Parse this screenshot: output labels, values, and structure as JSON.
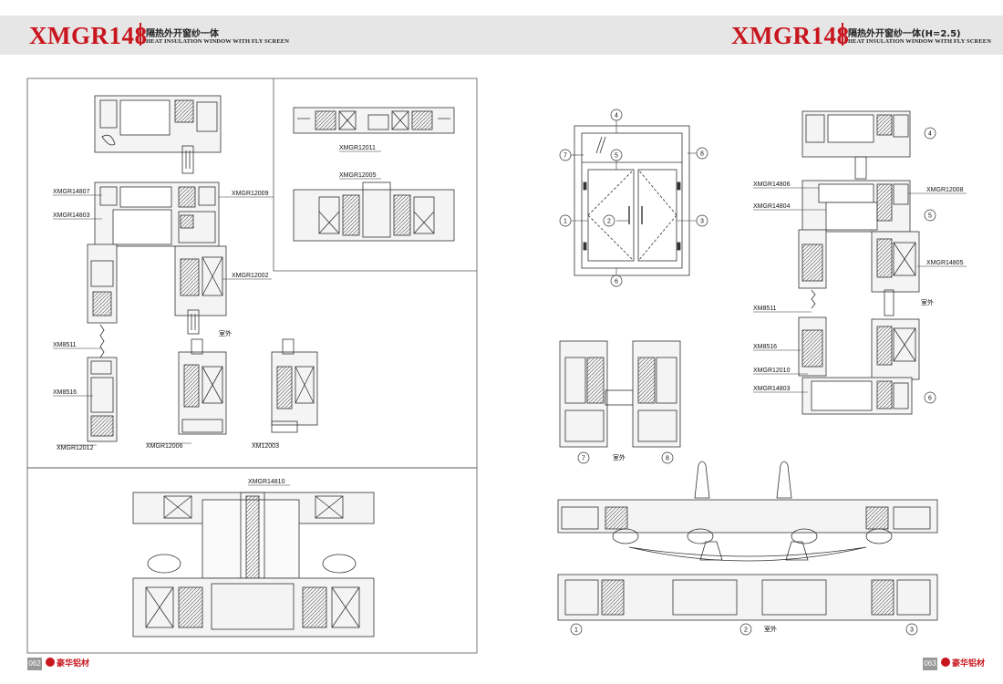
{
  "left_header": {
    "code": "XMGR148",
    "title_cn": "隔热外开窗纱一体",
    "title_en": "HEAT INSULATION WINDOW WITH FLY SCREEN"
  },
  "right_header": {
    "code": "XMGR148",
    "title_cn": "隔热外开窗纱一体(H=2.5)",
    "title_en": "HEAT INSULATION WINDOW WITH FLY SCREEN"
  },
  "left_labels": {
    "l14807": "XMGR14807",
    "l14803": "XMGR14803",
    "l12009": "XMGR12009",
    "l12002": "XMGR12002",
    "l8511": "XM8511",
    "l8516": "XM8516",
    "l12012": "XMGR12012",
    "l12006": "XMGR12006",
    "l12003": "XM12003",
    "l12011": "XMGR12011",
    "l12005": "XMGR12005",
    "l14810": "XMGR14810",
    "outdoor": "室外"
  },
  "right_labels": {
    "l14806": "XMGR14806",
    "l12008": "XMGR12008",
    "l14804": "XMGR14804",
    "l14805": "XMGR14805",
    "l8511": "XM8511",
    "l8516": "XM8516",
    "l12010": "XMGR12010",
    "l14803": "XMGR14803",
    "outdoor1": "室外",
    "outdoor2": "室外",
    "outdoor3": "室外"
  },
  "callouts": {
    "c1": "1",
    "c2": "2",
    "c3": "3",
    "c4": "4",
    "c5": "5",
    "c6": "6",
    "c7": "7",
    "c8": "8"
  },
  "footer": {
    "left_page": "062",
    "right_page": "063",
    "brand": "豪华铝材"
  }
}
